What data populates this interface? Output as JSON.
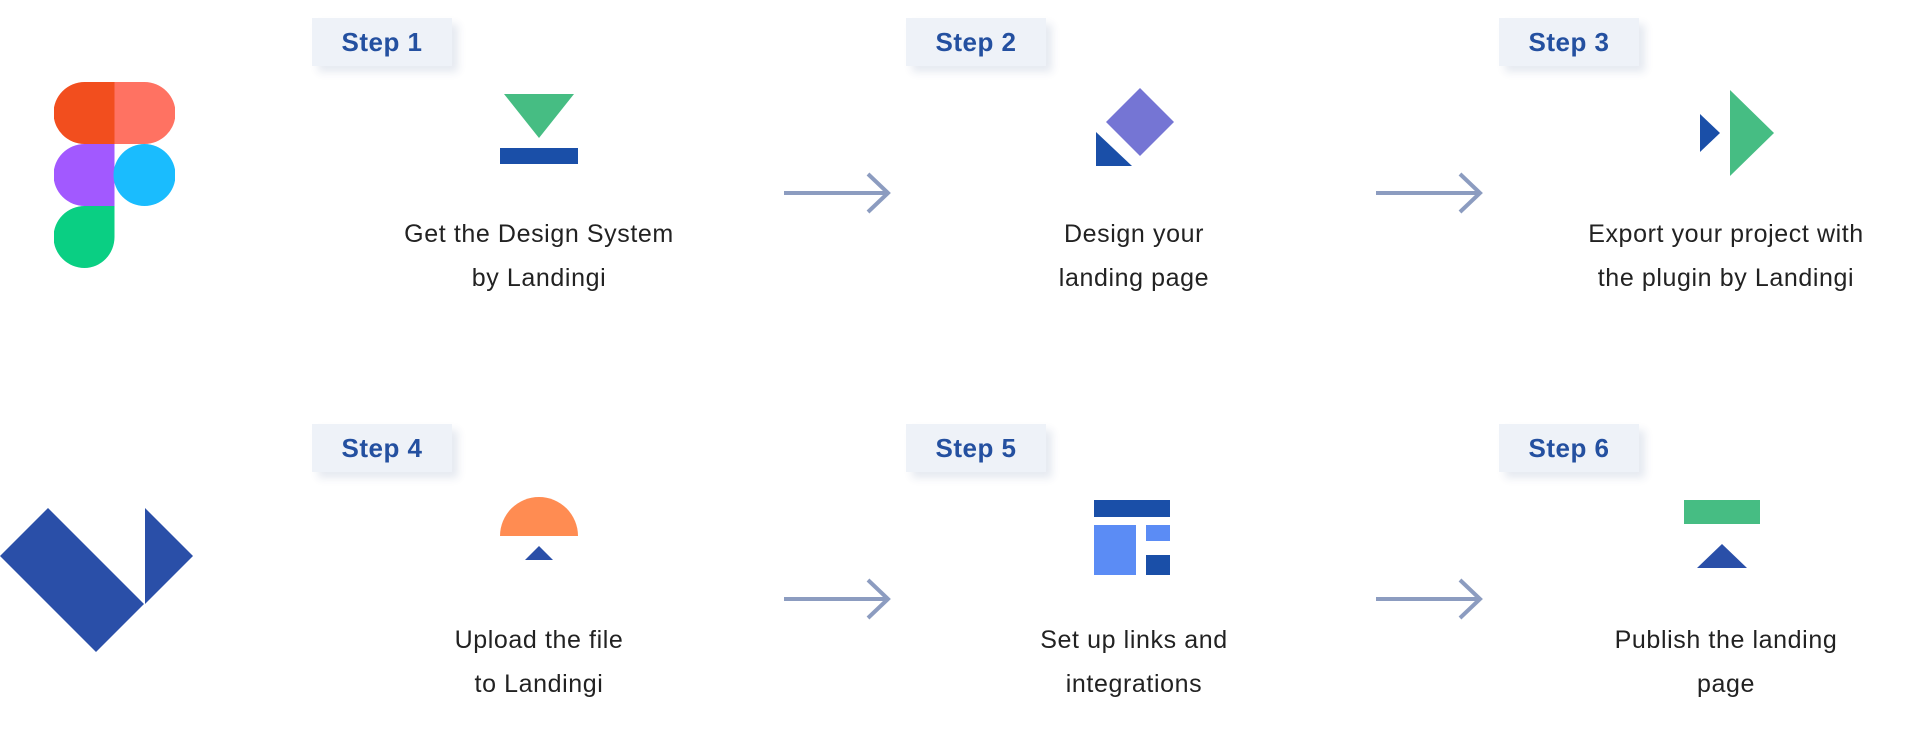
{
  "colors": {
    "badge_text": "#2450a0",
    "badge_bg": "#eef2f8",
    "arrow": "#8c9cc0",
    "dark_blue": "#1a4fa8",
    "green": "#46bd83",
    "purple": "#7575d4",
    "orange": "#ff8c52",
    "light_blue": "#5b8cf5",
    "landingi_blue": "#2a4fa8"
  },
  "logos": {
    "top": "figma-logo",
    "bottom": "landingi-logo"
  },
  "steps": [
    {
      "badge": "Step 1",
      "icon": "download-icon",
      "line1": "Get the Design System",
      "line2": "by Landingi"
    },
    {
      "badge": "Step 2",
      "icon": "design-pen-icon",
      "line1": "Design your",
      "line2": "landing page"
    },
    {
      "badge": "Step 3",
      "icon": "export-plugin-icon",
      "line1": "Export your project with",
      "line2": "the plugin by Landingi"
    },
    {
      "badge": "Step 4",
      "icon": "upload-icon",
      "line1": "Upload the file",
      "line2": "to Landingi"
    },
    {
      "badge": "Step 5",
      "icon": "layout-integrations-icon",
      "line1": "Set up links and",
      "line2": "integrations"
    },
    {
      "badge": "Step 6",
      "icon": "publish-icon",
      "line1": "Publish the landing",
      "line2": "page"
    }
  ]
}
